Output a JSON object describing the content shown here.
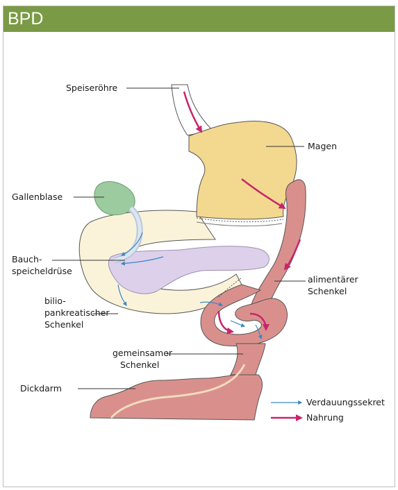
{
  "header": {
    "title": "BPD"
  },
  "labels": {
    "speiseroehre": "Speiseröhre",
    "magen": "Magen",
    "gallenblase": "Gallenblase",
    "bauch_line1": "Bauch-",
    "bauch_line2": "speicheldrüse",
    "alimentaer_line1": "alimentärer",
    "alimentaer_line2": "Schenkel",
    "bilio_line1": "bilio-",
    "bilio_line2": "pankreatischer",
    "bilio_line3": "Schenkel",
    "gemeinsam_line1": "gemeinsamer",
    "gemeinsam_line2": "Schenkel",
    "dickdarm": "Dickdarm"
  },
  "legend": {
    "items": [
      {
        "label": "Verdauungssekret",
        "color": "#3a86c8",
        "icon": "thin-blue-arrow"
      },
      {
        "label": "Nahrung",
        "color": "#c8246b",
        "icon": "thick-magenta-arrow"
      }
    ]
  },
  "colors": {
    "header": "#7a9a45",
    "stomach": "#f3d88f",
    "intestine": "#d9908c",
    "duodenum": "#faf3d9",
    "pancreas": "#ddd0ea",
    "gallbladder": "#9ccb9f",
    "food_arrow": "#c8246b",
    "secretion_arrow": "#3a86c8"
  }
}
